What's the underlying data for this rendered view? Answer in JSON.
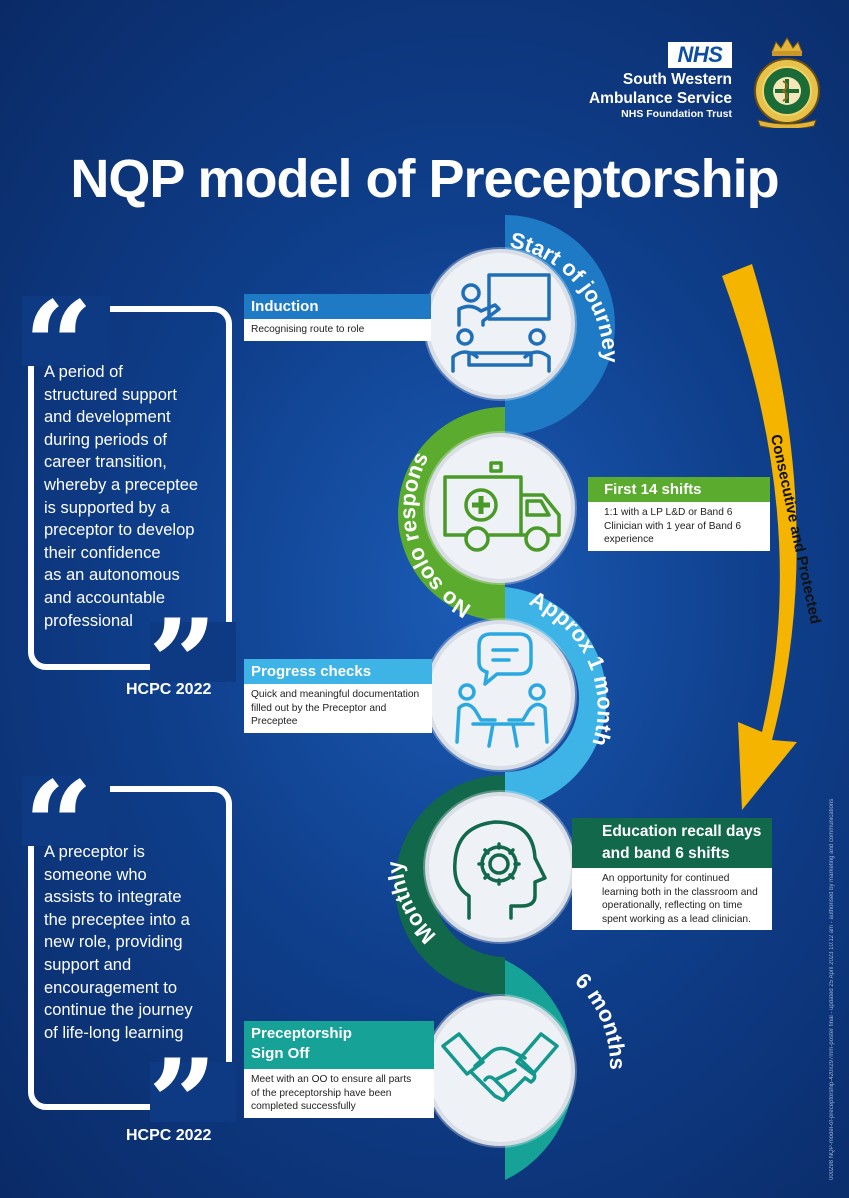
{
  "header": {
    "nhs_logo_text": "NHS",
    "org_line1": "South Western",
    "org_line2": "Ambulance Service",
    "org_line3": "NHS Foundation Trust"
  },
  "title": "NQP model of Preceptorship",
  "arrow_label": "Consecutive and Protected",
  "quotes": [
    {
      "lines": [
        "A period of",
        "structured support",
        "and development",
        "during periods of",
        "career transition,",
        "whereby a preceptee",
        "is supported by a",
        "preceptor to develop",
        "their confidence",
        "as an autonomous",
        "and accountable",
        "professional"
      ],
      "source": "HCPC 2022"
    },
    {
      "lines": [
        "A preceptor is",
        "someone who",
        "assists to integrate",
        "the preceptee into a",
        "new role, providing",
        "support and",
        "encouragement to",
        "continue the journey",
        "of life-long learning"
      ],
      "source": "HCPC 2022"
    }
  ],
  "stages": [
    {
      "arc_label": "Start of journey",
      "heading": "Induction",
      "body": "Recognising route to role",
      "icon": "presentation-icon",
      "color": "#1f7ac6"
    },
    {
      "arc_label": "No solo response",
      "heading": "First 14 shifts",
      "body": "1:1 with a LP L&D or Band 6 Clinician with 1 year of Band 6 experience",
      "icon": "ambulance-icon",
      "color": "#5aab2e"
    },
    {
      "arc_label": "Approx 1 month",
      "heading": "Progress checks",
      "body": "Quick and meaningful documentation filled out by the Preceptor and Preceptee",
      "icon": "meeting-icon",
      "color": "#3db3e6"
    },
    {
      "arc_label": "Monthly",
      "heading_line1": "Education recall days",
      "heading_line2": "and band 6 shifts",
      "body": "An opportunity for continued learning both in the classroom and operationally, reflecting on time spent working as a lead clinician.",
      "icon": "head-gear-icon",
      "color": "#12684a"
    },
    {
      "arc_label": "6 months",
      "heading_line1": "Preceptorship",
      "heading_line2": "Sign Off",
      "body": "Meet with an OO to ensure all parts of the preceptorship have been completed successfully",
      "icon": "handshake-icon",
      "color": "#17a297"
    }
  ],
  "footer_note": "000298 NQP-model-of-preceptorship-420x297mm-poster final - updated 25 April 2023 10:12 am - authorised by marketing and communications"
}
